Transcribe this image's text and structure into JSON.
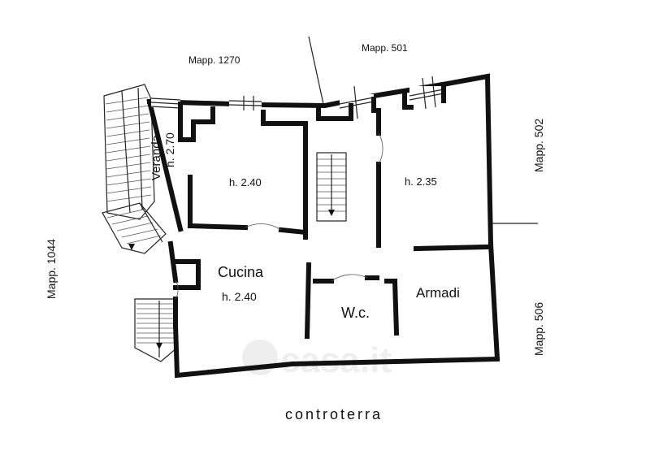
{
  "parcels": {
    "north_left": "Mapp. 1270",
    "north_right": "Mapp. 501",
    "east_upper": "Mapp. 502",
    "east_lower": "Mapp. 506",
    "west": "Mapp. 1044"
  },
  "south_label": "controterra",
  "rooms": {
    "veranda_name": "Veranda",
    "veranda_height": "h. 2.70",
    "room_a_height": "h. 2.40",
    "room_b_height": "h. 2.35",
    "kitchen_name": "Cucina",
    "kitchen_height": "h. 2.40",
    "wc_name": "W.c.",
    "closets_name": "Armadi"
  },
  "watermark": "casa.it"
}
